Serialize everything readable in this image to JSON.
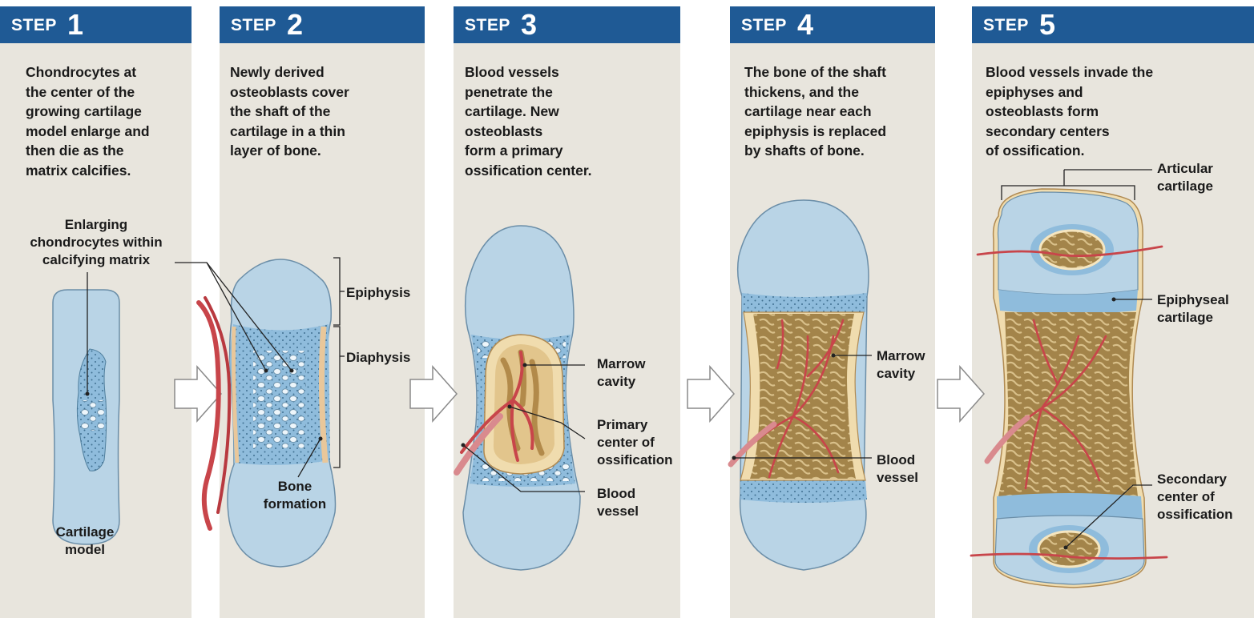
{
  "steps": [
    {
      "word": "STEP",
      "num": "1",
      "text": "Chondrocytes at\nthe center of the\ngrowing cartilage\nmodel enlarge and\nthen die as the\nmatrix calcifies."
    },
    {
      "word": "STEP",
      "num": "2",
      "text": "Newly derived\nosteoblasts cover\nthe shaft of the\ncartilage in a thin\nlayer of bone."
    },
    {
      "word": "STEP",
      "num": "3",
      "text": "Blood vessels\npenetrate the\ncartilage. New\nosteoblasts\nform a primary\nossification center."
    },
    {
      "word": "STEP",
      "num": "4",
      "text": "The bone of the shaft\nthickens, and the\ncartilage near each\nepiphysis is replaced\nby shafts of bone."
    },
    {
      "word": "STEP",
      "num": "5",
      "text": "Blood vessels invade the\nepiphyses and\nosteoblasts form\nsecondary centers\nof ossification."
    }
  ],
  "labels": {
    "enlarging": "Enlarging\nchondrocytes within\ncalcifying matrix",
    "cartilage_model": "Cartilage\nmodel",
    "epiphysis": "Epiphysis",
    "diaphysis": "Diaphysis",
    "bone_formation": "Bone\nformation",
    "marrow_cavity_3": "Marrow\ncavity",
    "primary_center": "Primary\ncenter of\nossification",
    "blood_vessel_3": "Blood\nvessel",
    "marrow_cavity_4": "Marrow\ncavity",
    "blood_vessel_4": "Blood\nvessel",
    "articular": "Articular\ncartilage",
    "epiphyseal": "Epiphyseal\ncartilage",
    "secondary": "Secondary\ncenter of\nossification"
  },
  "colors": {
    "header": "#1f5a95",
    "panel": "#e8e5dd",
    "cartilage": "#b9d4e6",
    "calcified": "#8fbcdc",
    "bone": "#f0dcae",
    "marrow": "#a88a4e",
    "vessel": "#c8454a"
  }
}
